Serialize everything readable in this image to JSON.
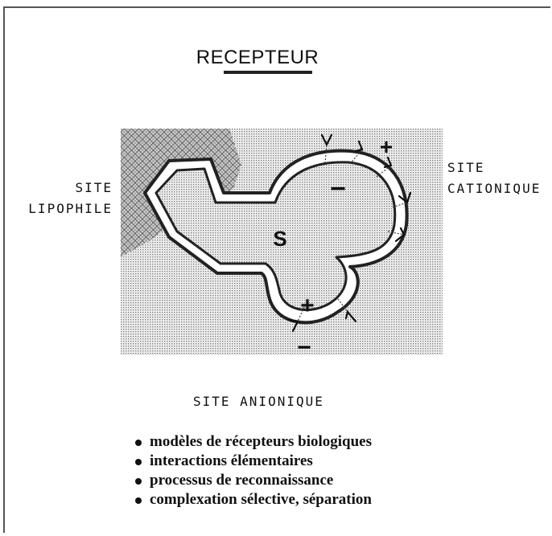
{
  "title": "RECEPTEUR",
  "labels": {
    "lipophile_line1": "SITE",
    "lipophile_line2": "LIPOPHILE",
    "cationique_line1": "SITE",
    "cationique_line2": "CATIONIQUE",
    "anionique": "SITE ANIONIQUE"
  },
  "diagram": {
    "substrate": "S",
    "plus_symbol": "+",
    "minus_symbol": "−"
  },
  "bullets": [
    "modèles de récepteurs biologiques",
    "interactions élémentaires",
    "processus de reconnaissance",
    "complexation sélective, séparation"
  ]
}
